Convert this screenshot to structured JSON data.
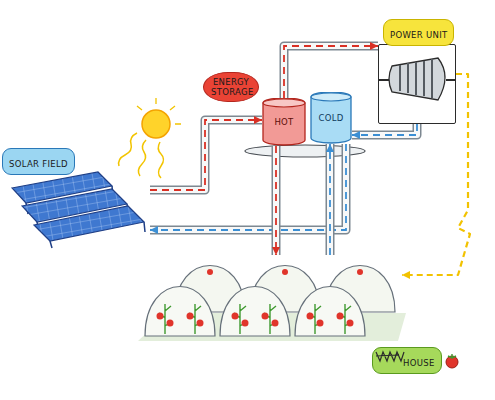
{
  "diagram": {
    "nodes": [
      {
        "text": [
          "POWER UNIT"
        ]
      },
      {
        "text": [
          "ENERGY STORAGE"
        ]
      },
      {
        "text": [
          "HOT"
        ]
      },
      {
        "text": [
          "COLD"
        ]
      },
      {
        "text": [
          "SOLAR FIELD"
        ]
      },
      {
        "text": [
          "HOUSE"
        ]
      }
    ],
    "edges": [
      {
        "from": 4,
        "to": 2,
        "arrow": "to"
      },
      {
        "from": 3,
        "to": 4,
        "arrow": "to"
      },
      {
        "from": 2,
        "to": 0,
        "arrow": "to"
      },
      {
        "from": 0,
        "to": 3,
        "arrow": "to"
      },
      {
        "from": 2,
        "to": 5,
        "arrow": "to"
      },
      {
        "from": 5,
        "to": 3,
        "arrow": "to"
      },
      {
        "from": 0,
        "to": 5,
        "arrow": "to"
      }
    ]
  }
}
